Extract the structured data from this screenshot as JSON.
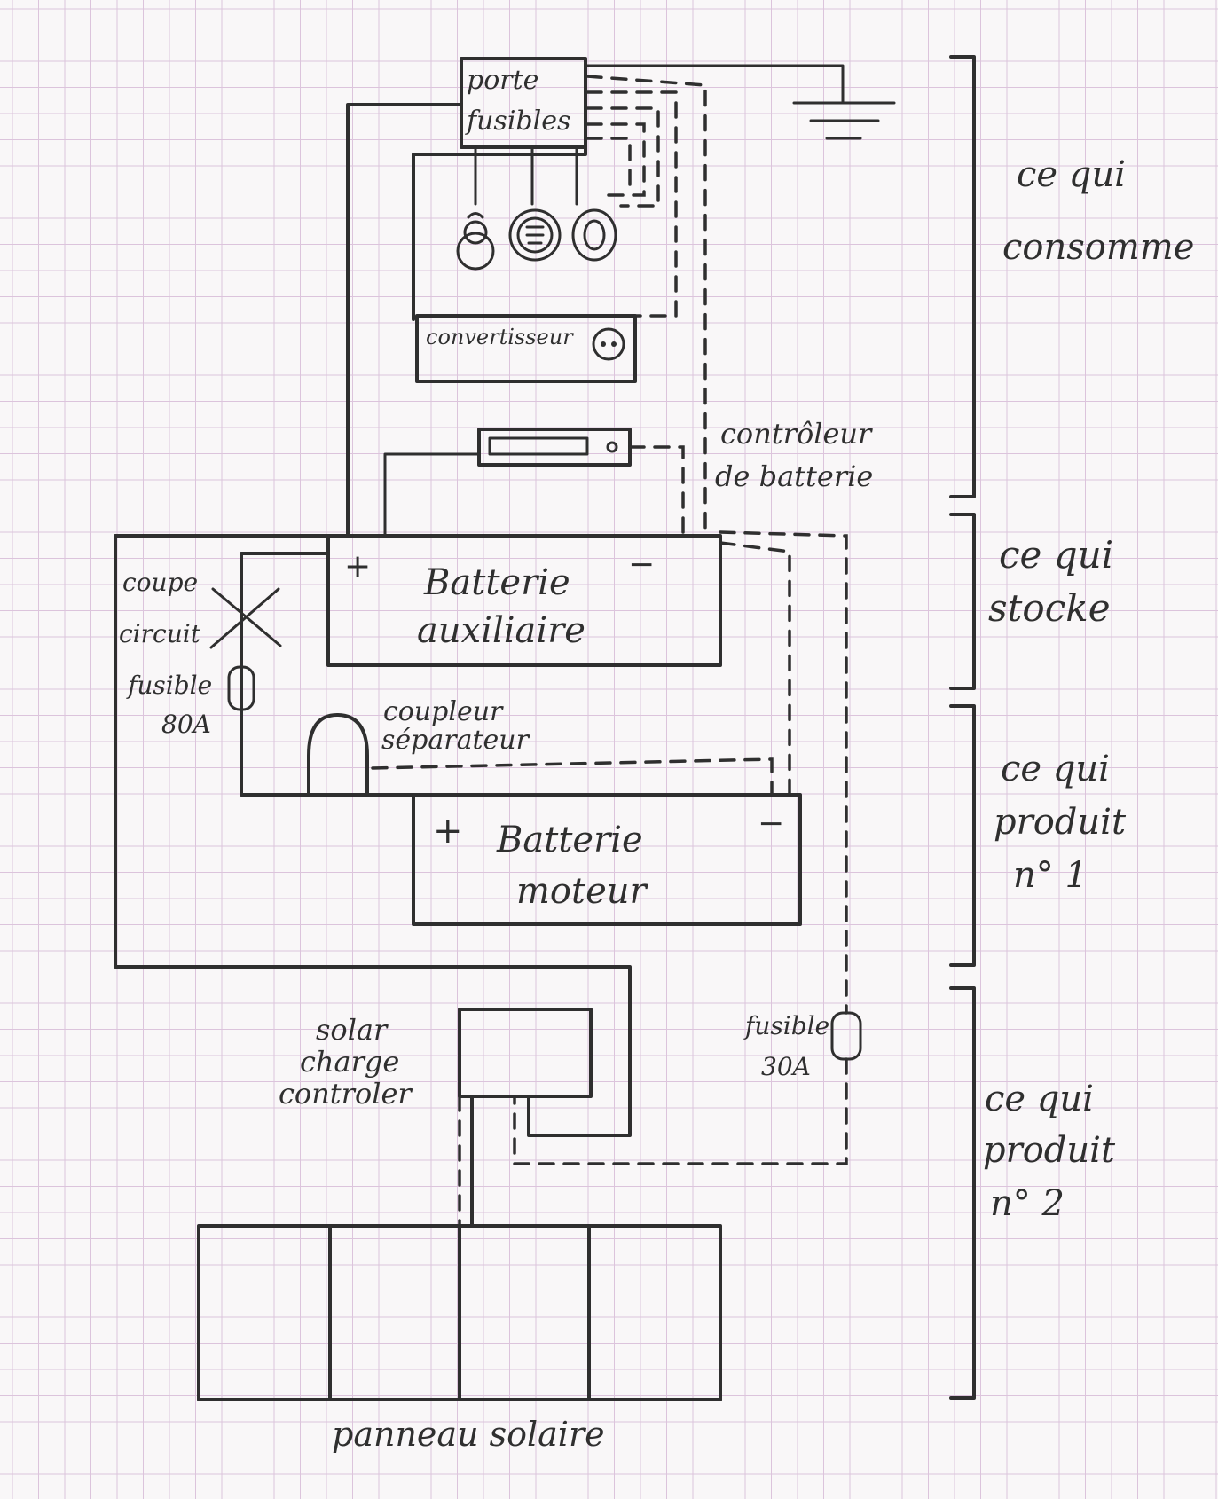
{
  "fuse_box": {
    "line1": "porte",
    "line2": "fusibles"
  },
  "inverter": {
    "label": "convertisseur"
  },
  "battery_monitor": {
    "line1": "contrôleur",
    "line2": "de batterie"
  },
  "aux_battery": {
    "line1": "Batterie",
    "line2": "auxiliaire",
    "plus": "+",
    "minus": "−"
  },
  "circuit_breaker": {
    "line1": "coupe",
    "line2": "circuit"
  },
  "fuse_80": {
    "line1": "fusible",
    "line2": "80A"
  },
  "coupler": {
    "line1": "coupleur",
    "line2": "séparateur"
  },
  "engine_battery": {
    "line1": "Batterie",
    "line2": "moteur",
    "plus": "+",
    "minus": "−"
  },
  "charge_controller": {
    "line1": "solar",
    "line2": "charge",
    "line3": "controler"
  },
  "fuse_30": {
    "line1": "fusible",
    "line2": "30A"
  },
  "solar_panel": {
    "label": "panneau solaire"
  },
  "groups": {
    "consumes": {
      "line1": "ce qui",
      "line2": "consomme"
    },
    "stores": {
      "line1": "ce qui",
      "line2": "stocke"
    },
    "produces1": {
      "line1": "ce qui",
      "line2": "produit",
      "line3": "n° 1"
    },
    "produces2": {
      "line1": "ce qui",
      "line2": "produit",
      "line3": "n° 2"
    }
  },
  "colors": {
    "ink": "#2f2f2f",
    "paper": "#f9f7f8",
    "grid": "#dcc4dc"
  }
}
